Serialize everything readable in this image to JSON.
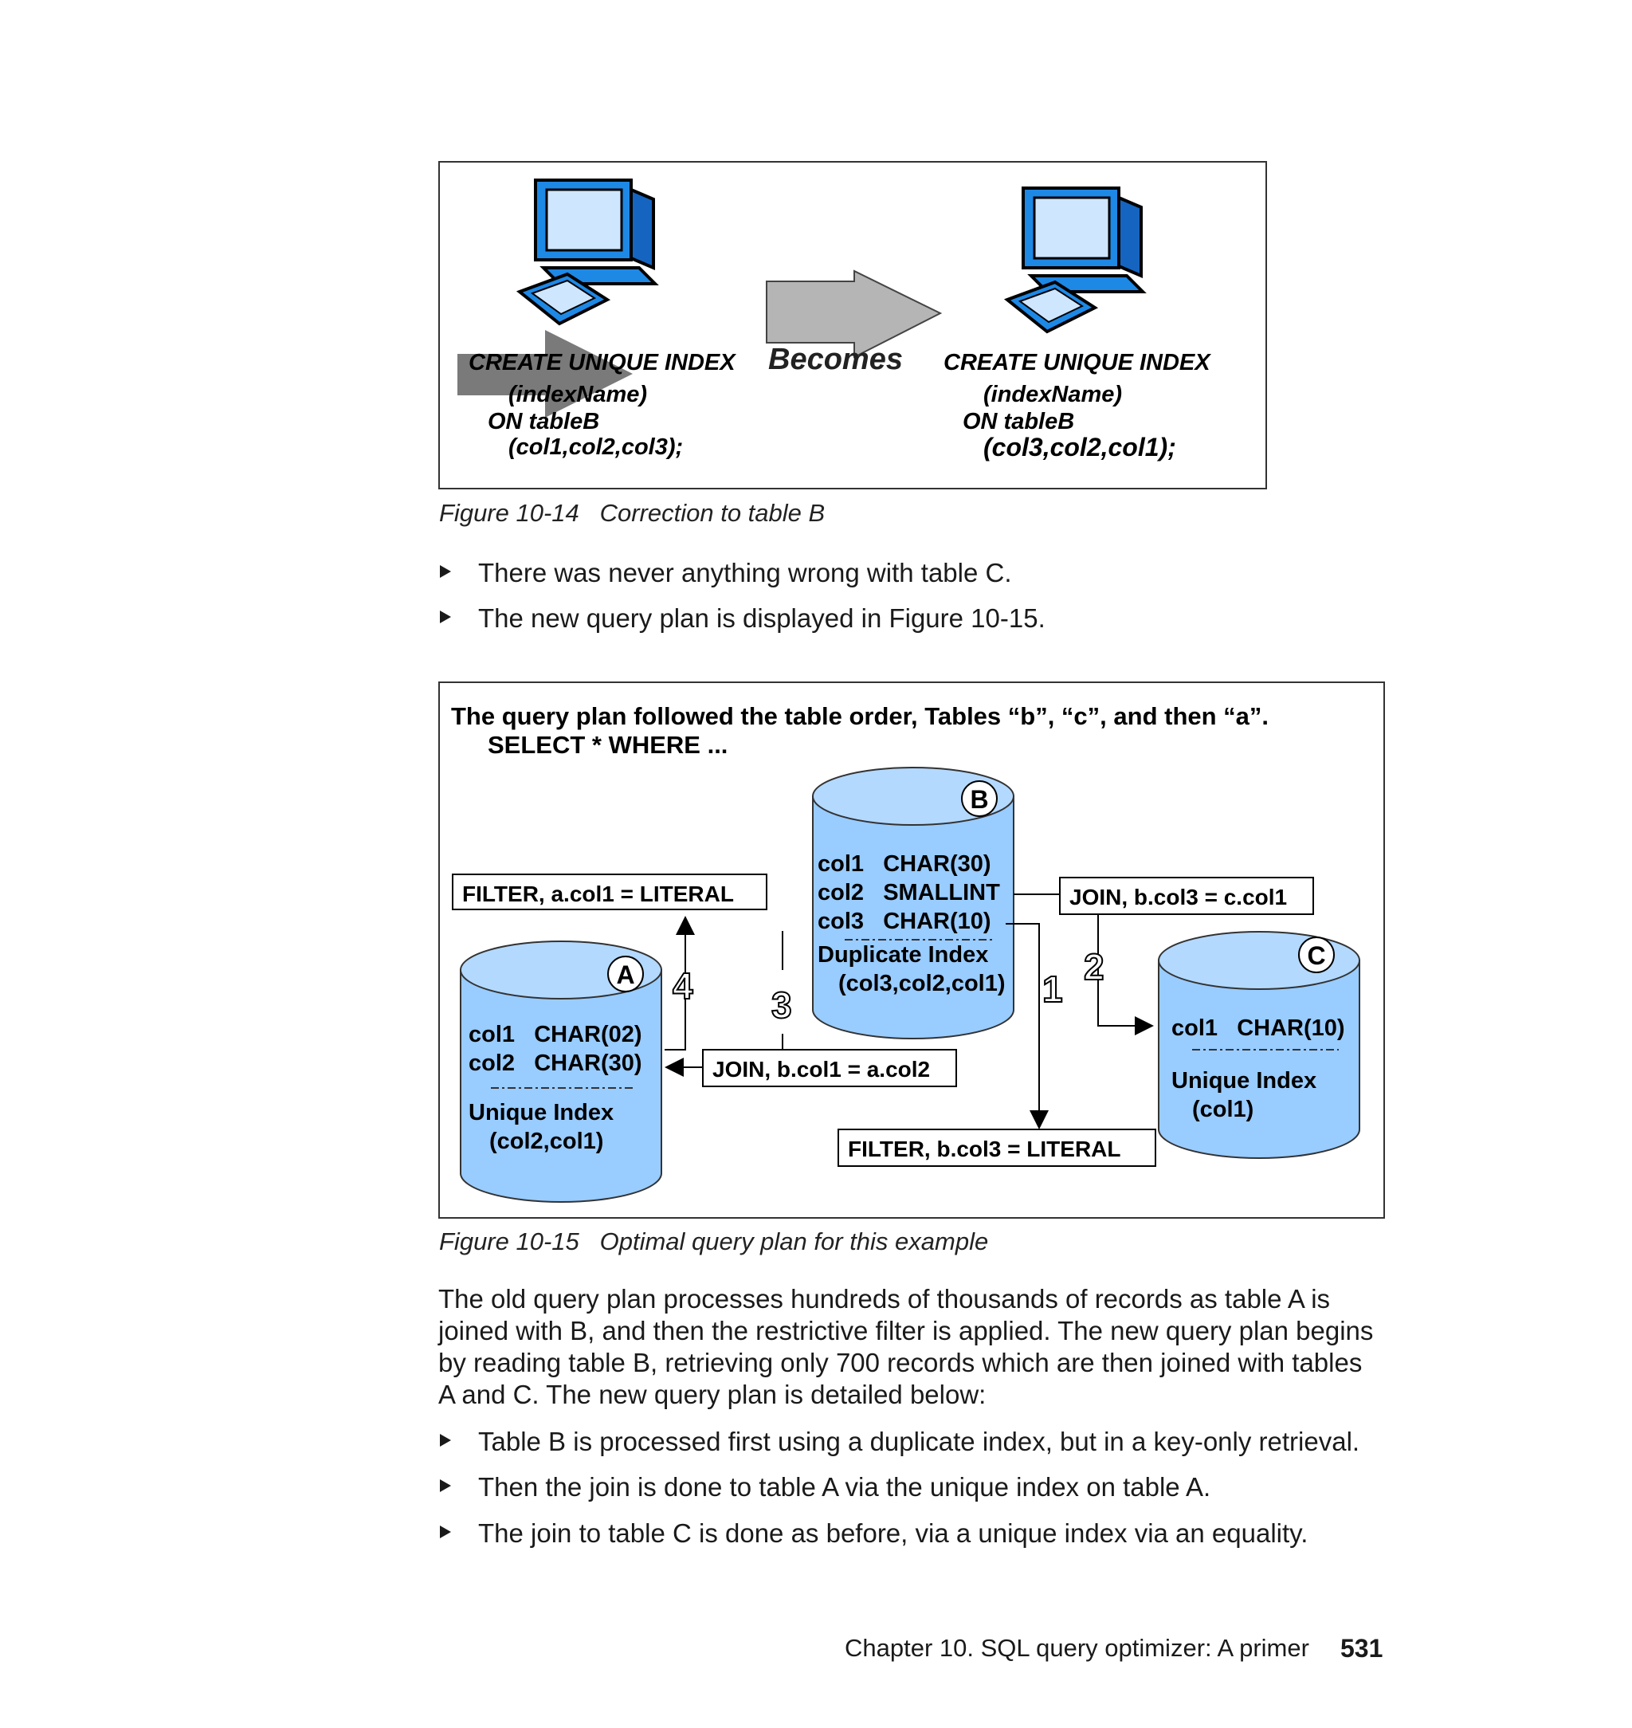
{
  "figure1": {
    "left_sql": [
      "CREATE UNIQUE INDEX",
      "(indexName)",
      "ON tableB",
      "(col1,col2,col3);"
    ],
    "arrow_label": "Becomes",
    "right_sql": [
      "CREATE UNIQUE INDEX",
      "(indexName)",
      "ON tableB",
      "(col3,col2,col1);"
    ],
    "caption": "Figure 10-14   Correction to table B"
  },
  "bullets1": [
    "There was never anything wrong with table C.",
    "The new query plan is displayed in Figure 10-15."
  ],
  "figure2": {
    "title": "The query plan followed the table order, Tables “b”, “c”, and then “a”.",
    "subtitle": "SELECT * WHERE ...",
    "tableA": {
      "letter": "A",
      "rows": [
        "col1   CHAR(02)",
        "col2   CHAR(30)"
      ],
      "index": [
        "Unique Index",
        "(col2,col1)"
      ]
    },
    "tableB": {
      "letter": "B",
      "rows": [
        "col1   CHAR(30)",
        "col2   SMALLINT",
        "col3   CHAR(10)"
      ],
      "index": [
        "Duplicate Index",
        "(col3,col2,col1)"
      ]
    },
    "tableC": {
      "letter": "C",
      "rows": [
        "col1   CHAR(10)"
      ],
      "index": [
        "Unique Index",
        "(col1)"
      ]
    },
    "boxes": {
      "filter_a": "FILTER, a.col1 = LITERAL",
      "join_bc": "JOIN, b.col3 = c.col1",
      "join_ba": "JOIN, b.col1 = a.col2",
      "filter_b": "FILTER, b.col3 = LITERAL"
    },
    "steps": [
      "1",
      "2",
      "3",
      "4"
    ],
    "caption": "Figure 10-15   Optimal query plan for this example"
  },
  "paragraph": [
    "The old query plan processes hundreds of thousands of records as table A is",
    "joined with B, and then the restrictive filter is applied. The new query plan begins",
    "by reading table B, retrieving only 700 records which are then joined with tables",
    "A and C. The new query plan is detailed below:"
  ],
  "bullets2": [
    "Table B is processed first using a duplicate index, but in a key-only retrieval.",
    "Then the join is done to table A via the unique index on table A.",
    "The join to table C is done as before, via a unique index via an equality."
  ],
  "footer": {
    "chapter": "Chapter 10. SQL query optimizer: A primer",
    "page": "531"
  },
  "colors": {
    "cylinder_fill": "#99ccff",
    "cylinder_top": "#b3d9ff",
    "monitor_blue": "#1e88e5",
    "arrow_gray": "#b0b0b0"
  }
}
